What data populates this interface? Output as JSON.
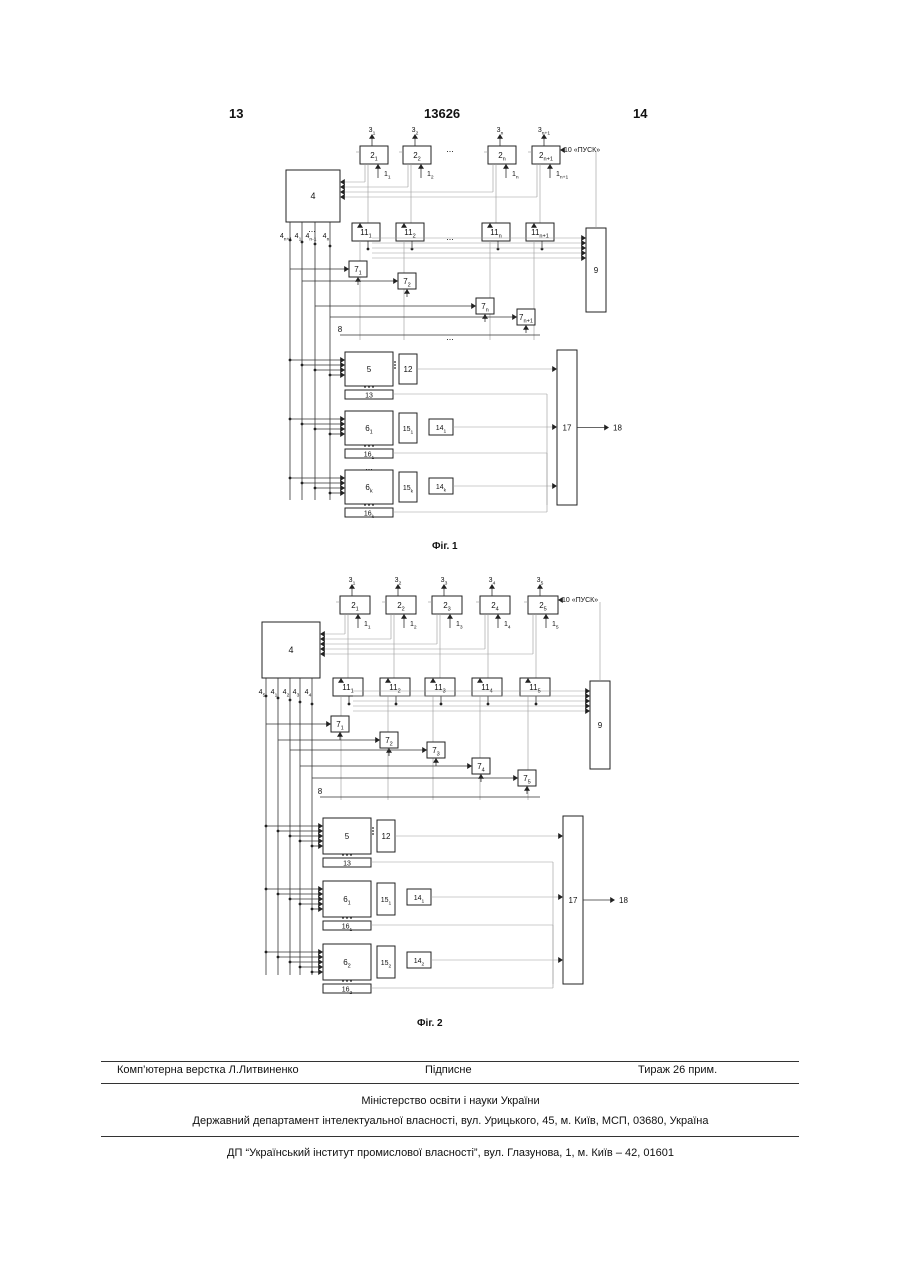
{
  "header": {
    "left_page": "13",
    "patent_number": "13626",
    "right_page": "14"
  },
  "figures": [
    {
      "caption": "Фіг. 1",
      "block_4": "4",
      "blocks_2": [
        {
          "num": "2",
          "sub": "1",
          "out_num": "3",
          "out_sub": "1",
          "in_num": "1",
          "in_sub": "1"
        },
        {
          "num": "2",
          "sub": "2",
          "out_num": "3",
          "out_sub": "2",
          "in_num": "1",
          "in_sub": "2"
        },
        {
          "num": "2",
          "sub": "n",
          "out_num": "3",
          "out_sub": "n",
          "in_num": "1",
          "in_sub": "n"
        },
        {
          "num": "2",
          "sub": "n+1",
          "out_num": "3",
          "out_sub": "n+1",
          "in_num": "1",
          "in_sub": "n+1"
        }
      ],
      "blocks_11": [
        {
          "num": "11",
          "sub": "1"
        },
        {
          "num": "11",
          "sub": "2"
        },
        {
          "num": "11",
          "sub": "n"
        },
        {
          "num": "11",
          "sub": "n+1"
        }
      ],
      "blocks_7": [
        {
          "num": "7",
          "sub": "1"
        },
        {
          "num": "7",
          "sub": "2"
        },
        {
          "num": "7",
          "sub": "n"
        },
        {
          "num": "7",
          "sub": "n+1"
        }
      ],
      "outputs_4": [
        {
          "num": "4",
          "sub": "n+1"
        },
        {
          "num": "4",
          "sub": "1"
        },
        {
          "num": "4",
          "sub": "n-1"
        },
        {
          "num": "4",
          "sub": "n"
        }
      ],
      "start_label": "10 «ПУСК»",
      "block_9": "9",
      "label_8": "8",
      "block_5": "5",
      "block_12": "12",
      "block_13": "13",
      "block_6a": {
        "num": "6",
        "sub": "1"
      },
      "block_15a": {
        "num": "15",
        "sub": "1"
      },
      "block_14a": {
        "num": "14",
        "sub": "1"
      },
      "block_16a": {
        "num": "16",
        "sub": "1"
      },
      "block_6b": {
        "num": "6",
        "sub": "k"
      },
      "block_15b": {
        "num": "15",
        "sub": "k"
      },
      "block_14b": {
        "num": "14",
        "sub": "k"
      },
      "block_16b": {
        "num": "16",
        "sub": "k"
      },
      "block_17": "17",
      "output_18": "18",
      "ellipsis": "..."
    },
    {
      "caption": "Фіг. 2",
      "block_4": "4",
      "blocks_2": [
        {
          "num": "2",
          "sub": "1",
          "out_num": "3",
          "out_sub": "1",
          "in_num": "1",
          "in_sub": "1"
        },
        {
          "num": "2",
          "sub": "2",
          "out_num": "3",
          "out_sub": "2",
          "in_num": "1",
          "in_sub": "2"
        },
        {
          "num": "2",
          "sub": "3",
          "out_num": "3",
          "out_sub": "3",
          "in_num": "1",
          "in_sub": "3"
        },
        {
          "num": "2",
          "sub": "4",
          "out_num": "3",
          "out_sub": "4",
          "in_num": "1",
          "in_sub": "4"
        },
        {
          "num": "2",
          "sub": "5",
          "out_num": "3",
          "out_sub": "5",
          "in_num": "1",
          "in_sub": "5"
        }
      ],
      "blocks_11": [
        {
          "num": "11",
          "sub": "1"
        },
        {
          "num": "11",
          "sub": "2"
        },
        {
          "num": "11",
          "sub": "3"
        },
        {
          "num": "11",
          "sub": "4"
        },
        {
          "num": "11",
          "sub": "5"
        }
      ],
      "blocks_7": [
        {
          "num": "7",
          "sub": "1"
        },
        {
          "num": "7",
          "sub": "2"
        },
        {
          "num": "7",
          "sub": "3"
        },
        {
          "num": "7",
          "sub": "4"
        },
        {
          "num": "7",
          "sub": "5"
        }
      ],
      "outputs_4": [
        {
          "num": "4",
          "sub": "5"
        },
        {
          "num": "4",
          "sub": "1"
        },
        {
          "num": "4",
          "sub": "2"
        },
        {
          "num": "4",
          "sub": "3"
        },
        {
          "num": "4",
          "sub": "4"
        }
      ],
      "start_label": "10 «ПУСК»",
      "block_9": "9",
      "label_8": "8",
      "block_5": "5",
      "block_12": "12",
      "block_13": "13",
      "block_6a": {
        "num": "6",
        "sub": "1"
      },
      "block_15a": {
        "num": "15",
        "sub": "1"
      },
      "block_14a": {
        "num": "14",
        "sub": "1"
      },
      "block_16a": {
        "num": "16",
        "sub": "1"
      },
      "block_6b": {
        "num": "6",
        "sub": "2"
      },
      "block_15b": {
        "num": "15",
        "sub": "2"
      },
      "block_14b": {
        "num": "14",
        "sub": "2"
      },
      "block_16b": {
        "num": "16",
        "sub": "2"
      },
      "block_17": "17",
      "output_18": "18",
      "ellipsis": "..."
    }
  ],
  "footer": {
    "layout": "Комп’ютерна верстка Л.Литвиненко",
    "signed": "Підписне",
    "circulation": "Тираж 26 прим.",
    "ministry": "Міністерство освіти і науки України",
    "department": "Державний департамент інтелектуальної власності, вул. Урицького, 45, м. Київ, МСП, 03680, Україна",
    "institute": "ДП “Український інститут промислової власності”, вул. Глазунова, 1, м. Київ – 42, 01601"
  }
}
